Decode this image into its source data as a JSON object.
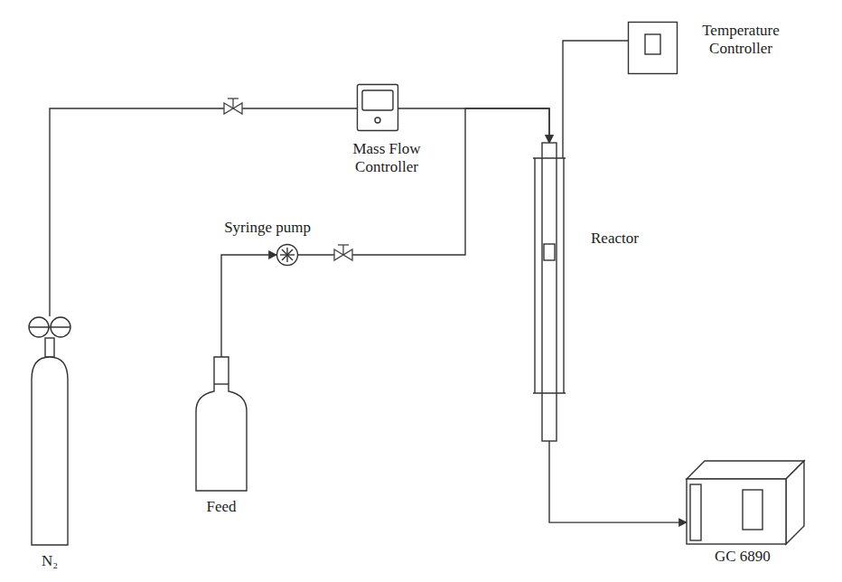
{
  "diagram": {
    "nodes": [
      {
        "text": [
          "N₂"
        ]
      },
      {
        "text": [
          "Feed"
        ]
      },
      {
        "text": [
          "Syringe pump"
        ]
      },
      {
        "text": [
          "Mass Flow Controller"
        ]
      },
      {
        "text": [
          "Temperature Controller"
        ]
      },
      {
        "text": [
          "Reactor"
        ]
      },
      {
        "text": [
          "GC 6890"
        ]
      }
    ],
    "edges": [
      {
        "from": 0,
        "to": 3,
        "arrow": "none"
      },
      {
        "from": 1,
        "to": 2,
        "arrow": "to"
      },
      {
        "from": 2,
        "to": 5,
        "arrow": "to"
      },
      {
        "from": 3,
        "to": 5,
        "arrow": "to"
      },
      {
        "from": 4,
        "to": 5,
        "arrow": "none"
      },
      {
        "from": 5,
        "to": 6,
        "arrow": "to"
      }
    ]
  }
}
